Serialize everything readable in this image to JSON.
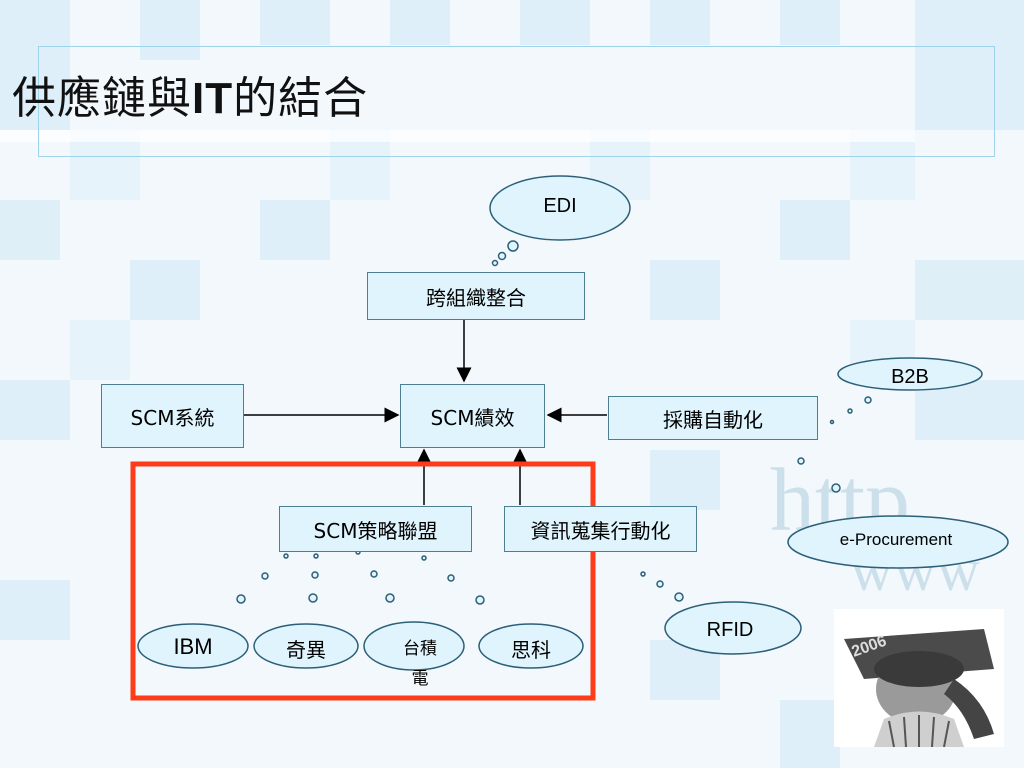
{
  "title": {
    "prefix": "供應鏈與",
    "bold": "IT",
    "suffix": "的結合"
  },
  "nodes": {
    "cross_org": "跨組織整合",
    "scm_system": "SCM系統",
    "scm_perf": "SCM績效",
    "procurement_auto": "採購自動化",
    "scm_strategy": "SCM策略聯盟",
    "info_collect": "資訊蒐集行動化"
  },
  "clouds": {
    "edi": "EDI",
    "b2b": "B2B",
    "eproc": "e-Procurement",
    "rfid": "RFID",
    "ibm": "IBM",
    "qiyi": "奇異",
    "tsmc_line1": "台積",
    "tsmc_line2": "電",
    "cisco": "思科"
  },
  "colors": {
    "box_fill": "#dff4fc",
    "box_border": "#4d7f93",
    "cloud_fill": "#dff4fc",
    "cloud_border": "#2c5f78",
    "highlight": "#ff3b1a",
    "frame": "#9fd3ea"
  },
  "photo": {
    "icon": "baseball-player-photo"
  }
}
